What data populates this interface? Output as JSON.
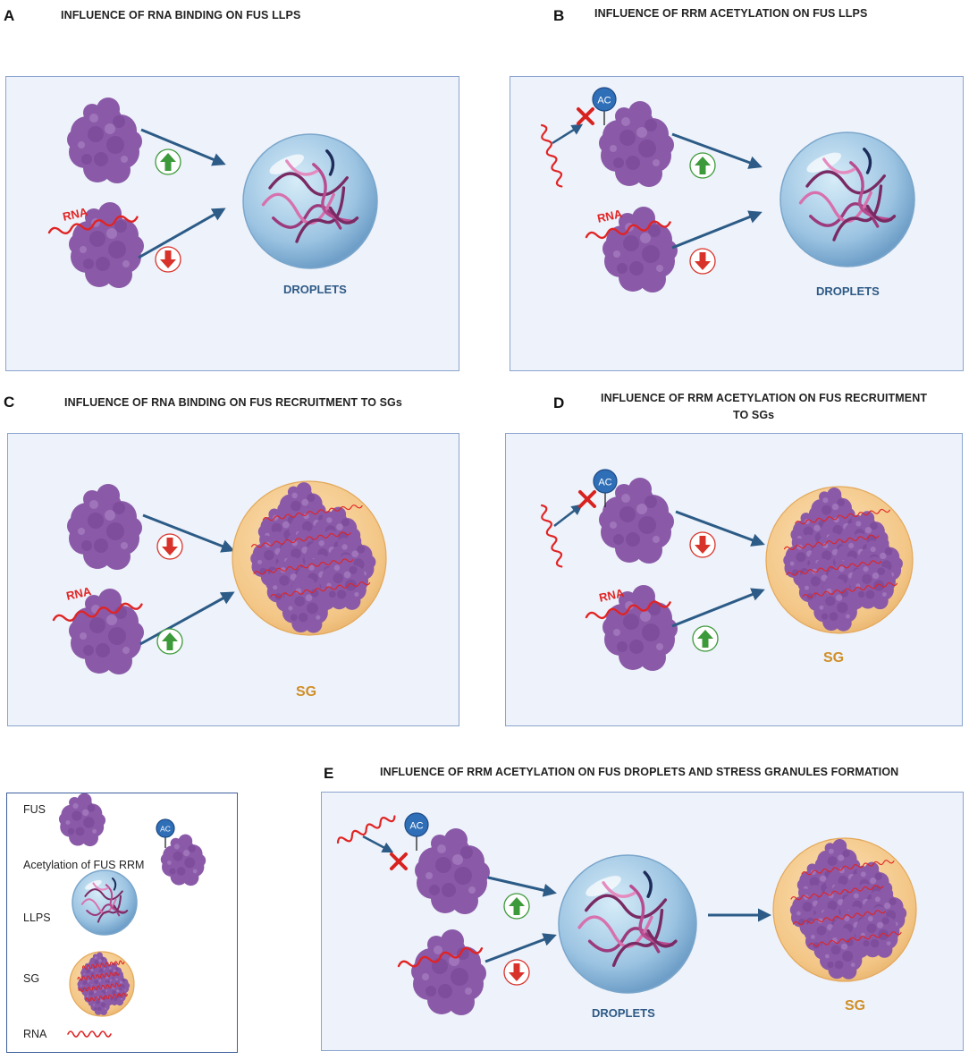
{
  "panels": {
    "A": {
      "letter": "A",
      "title": "INFLUENCE OF RNA BINDING ON FUS LLPS",
      "rna_label": "RNA",
      "target_label": "DROPLETS"
    },
    "B": {
      "letter": "B",
      "title": "INFLUENCE OF RRM ACETYLATION ON FUS LLPS",
      "rna_label": "RNA",
      "target_label": "DROPLETS",
      "ac_label": "AC"
    },
    "C": {
      "letter": "C",
      "title": "INFLUENCE OF RNA BINDING ON FUS RECRUITMENT TO SGs",
      "rna_label": "RNA",
      "target_label": "SG"
    },
    "D": {
      "letter": "D",
      "title_line1": "INFLUENCE OF RRM ACETYLATION  ON FUS RECRUITMENT",
      "title_line2": "TO SGs",
      "rna_label": "RNA",
      "target_label": "SG",
      "ac_label": "AC"
    },
    "E": {
      "letter": "E",
      "title": "INFLUENCE OF RRM ACETYLATION ON FUS DROPLETS AND STRESS GRANULES FORMATION",
      "droplets_label": "DROPLETS",
      "sg_label": "SG",
      "ac_label": "AC"
    }
  },
  "legend": {
    "fus": "FUS",
    "acetylation": "Acetylation of FUS RRM",
    "llps": "LLPS",
    "sg": "SG",
    "rna": "RNA",
    "ac_label": "AC"
  },
  "colors": {
    "protein": "#8a5aa8",
    "protein_dark": "#6e3f8e",
    "rna": "#e02424",
    "arrow": "#2b5b86",
    "up_arrow": "#3d9a3a",
    "down_arrow": "#d8332a",
    "droplet": "#9fc6e3",
    "sg": "#f4c98d",
    "ac_circle": "#2f6fb8"
  },
  "icons": [
    "fus-protein-icon",
    "rna-strand-icon",
    "droplet-icon",
    "stress-granule-icon",
    "acetyl-group-icon",
    "up-arrow-icon",
    "down-arrow-icon",
    "block-x-icon"
  ]
}
